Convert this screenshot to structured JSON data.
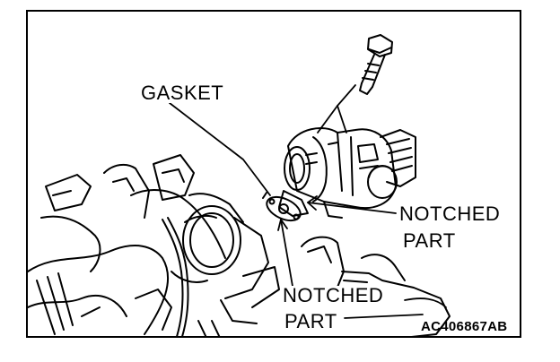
{
  "labels": {
    "gasket": "GASKET",
    "notched_part_right_1": "NOTCHED",
    "notched_part_right_2": "PART",
    "notched_part_bottom_1": "NOTCHED",
    "notched_part_bottom_2": "PART"
  },
  "figure_code": "AC406867AB",
  "colors": {
    "line": "#000000",
    "background": "#ffffff"
  }
}
